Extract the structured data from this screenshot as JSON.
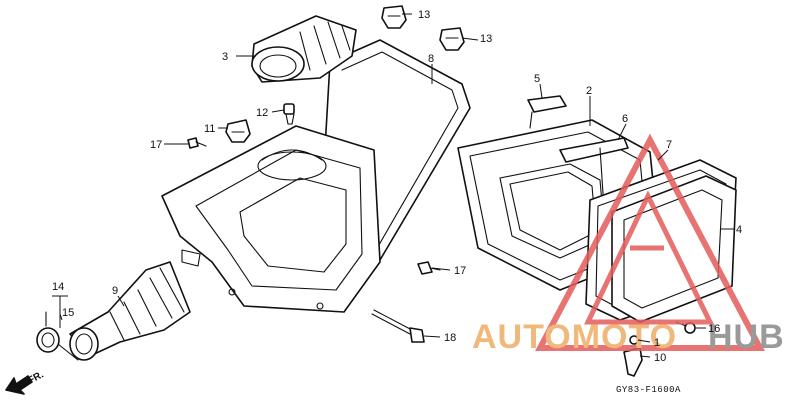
{
  "callouts": {
    "c1": "1",
    "c2": "2",
    "c3": "3",
    "c4": "4",
    "c5": "5",
    "c6": "6",
    "c7": "7",
    "c8": "8",
    "c9": "9",
    "c10": "10",
    "c11": "11",
    "c12": "12",
    "c13a": "13",
    "c13b": "13",
    "c14": "14",
    "c15": "15",
    "c16": "16",
    "c17a": "17",
    "c17b": "17",
    "c18": "18"
  },
  "direction_label": "FR.",
  "drawing_code": "GY83-F1600A",
  "watermark": {
    "text_orange": "AUTOMOTO",
    "text_gray": "HUB",
    "color_orange": "#f0b87a",
    "color_gray": "#9a9a9a",
    "color_red": "#e35a5a"
  }
}
